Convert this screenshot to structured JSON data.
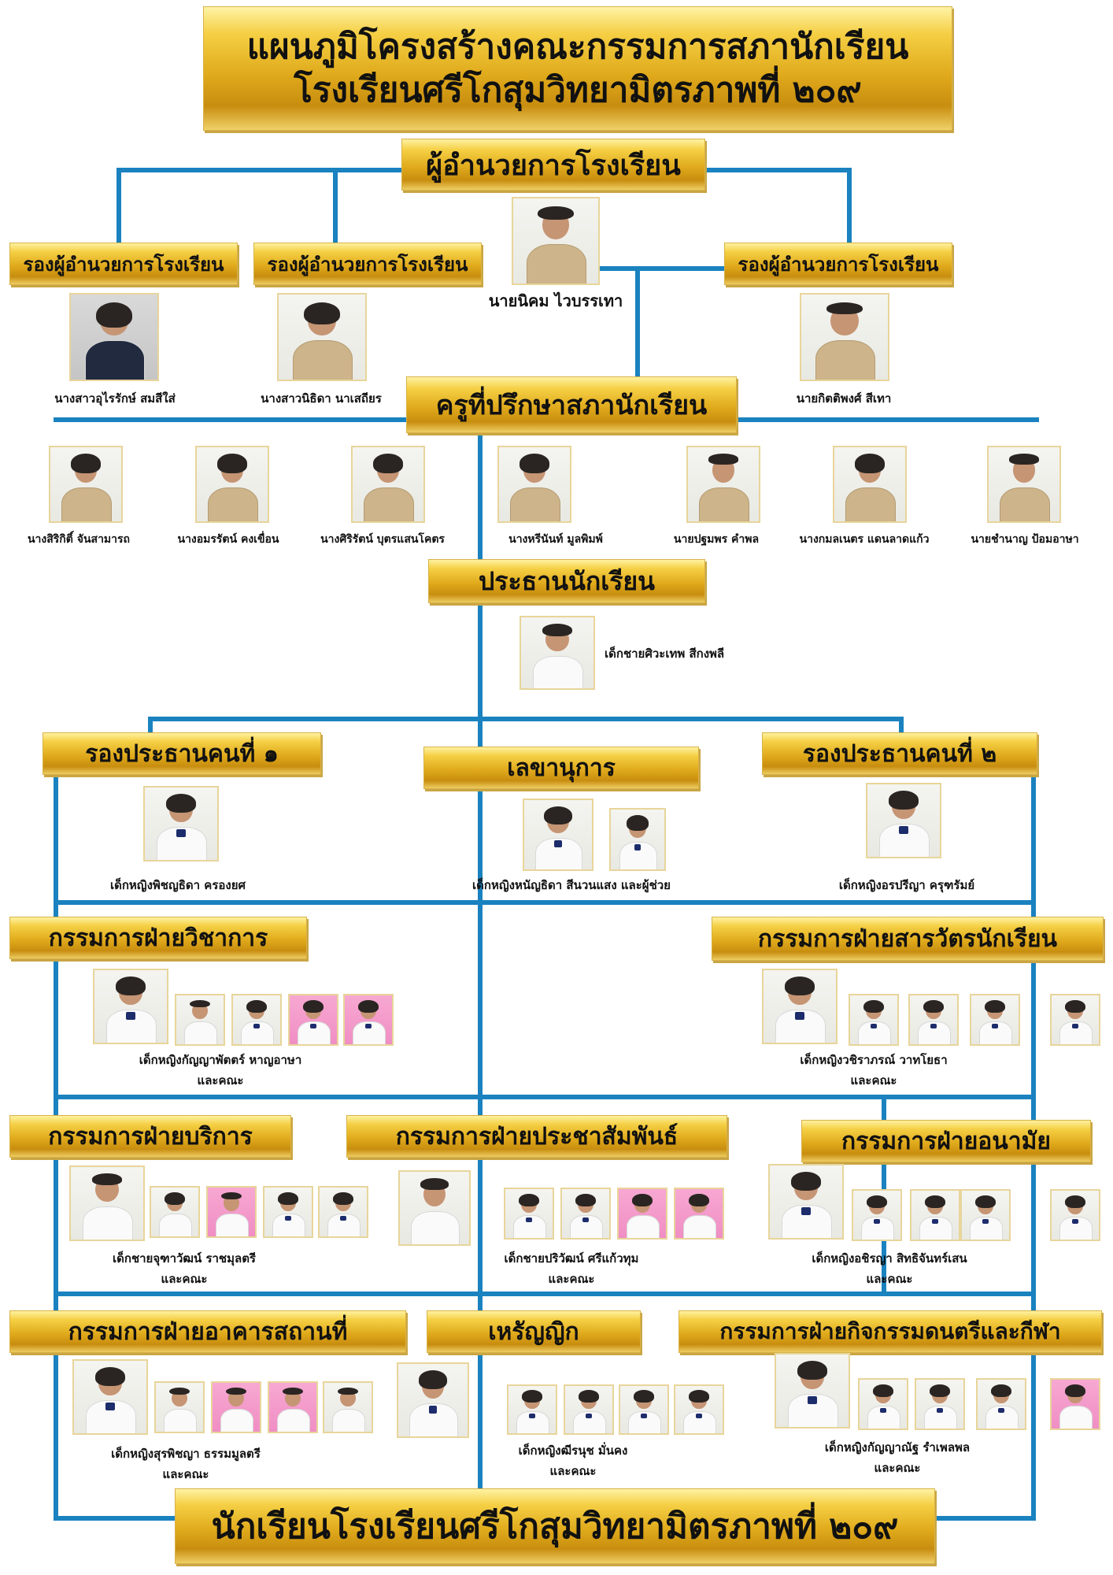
{
  "title": {
    "line1": "แผนภูมิโครงสร้างคณะกรรมการสภานักเรียน",
    "line2": "โรงเรียนศรีโกสุมวิทยามิตรภาพที่ ๒๐๙"
  },
  "director": {
    "label": "ผู้อำนวยการโรงเรียน",
    "name": "นายนิคม  ไวบรรเทา"
  },
  "deputies": {
    "label": "รองผู้อำนวยการโรงเรียน",
    "names": [
      "นางสาวอุไรรักษ์ สมสีใส่",
      "นางสาวนิธิดา นาเสถียร",
      "นายกิตติพงศ์  สีเทา"
    ]
  },
  "advisors": {
    "label": "ครูที่ปรึกษาสภานักเรียน",
    "names": [
      "นางสิริกิติ์ จันสามารถ",
      "นางอมรรัตน์ คงเขื่อน",
      "นางศิริรัตน์ บุตรแสนโคตร",
      "นางหรีนันท์ มูลพิมพ์",
      "นายปฐมพร คำพล",
      "นางกมลเนตร แดนลาดแก้ว",
      "นายชำนาญ ป้อมอาษา"
    ]
  },
  "president": {
    "label": "ประธานนักเรียน",
    "name": "เด็กชายศิวะเทพ   สีกงพลี"
  },
  "vice1": {
    "label": "รองประธานคนที่ ๑",
    "name": "เด็กหญิงพิชญธิดา ครองยศ"
  },
  "secretary": {
    "label": "เลขานุการ",
    "name": "เด็กหญิงหนัญธิดา  สีนวนแสง และผู้ช่วย"
  },
  "vice2": {
    "label": "รองประธานคนที่ ๒",
    "name": "เด็กหญิงอรปรีญา  ครุฑรัมย์"
  },
  "academic": {
    "label": "กรรมการฝ่ายวิชาการ",
    "name": "เด็กหญิงกัญญาพัตตร์ หาญอาษา",
    "and": "และคณะ"
  },
  "welfare": {
    "label": "กรรมการฝ่ายสารวัตรนักเรียน",
    "name": "เด็กหญิงวชิราภรณ์  วาทโยธา",
    "and": "และคณะ"
  },
  "service": {
    "label": "กรรมการฝ่ายบริการ",
    "name": "เด็กชายจุฑาวัฒน์ ราชมุลตรี",
    "and": "และคณะ"
  },
  "pr": {
    "label": "กรรมการฝ่ายประชาสัมพันธ์",
    "name": "เด็กชายปริวัฒน์ ศรีแก้วทุม",
    "and": "และคณะ"
  },
  "health": {
    "label": "กรรมการฝ่ายอนามัย",
    "name": "เด็กหญิงอชิรญา สิทธิจันทร์เสน",
    "and": "และคณะ"
  },
  "building": {
    "label": "กรรมการฝ่ายอาคารสถานที่",
    "name": "เด็กหญิงสุรพิชญา ธรรมมูลตรี",
    "and": "และคณะ"
  },
  "treasurer": {
    "label": "เหรัญญิก",
    "name": "เด็กหญิงฒีรนุช  มั่นคง",
    "and": "และคณะ"
  },
  "activity": {
    "label": "กรรมการฝ่ายกิจกรรมดนตรีและกีฬา",
    "name": "เด็กหญิงกัญญาณัฐ รำเพลพล",
    "and": "และคณะ"
  },
  "footer": {
    "label": "นักเรียนโรงเรียนศรีโกสุมวิทยามิตรภาพที่ ๒๐๙"
  }
}
